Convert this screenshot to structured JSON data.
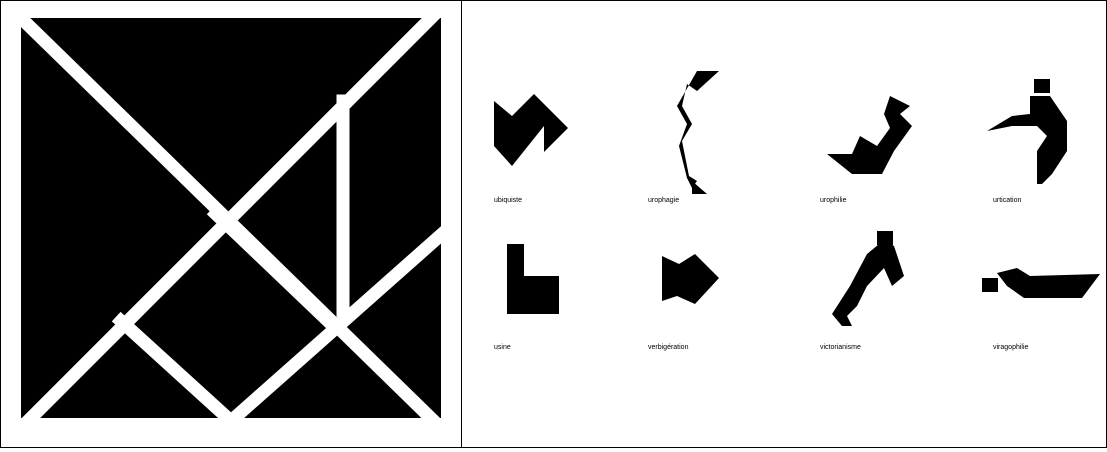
{
  "figures": [
    {
      "label": "ubiquiste"
    },
    {
      "label": "urophagie"
    },
    {
      "label": "urophilie"
    },
    {
      "label": "urtication"
    },
    {
      "label": "usine"
    },
    {
      "label": "verbigération"
    },
    {
      "label": "victorianisme"
    },
    {
      "label": "viragophilie"
    }
  ],
  "colors": {
    "piece": "#000000",
    "background": "#ffffff",
    "border": "#000000"
  }
}
